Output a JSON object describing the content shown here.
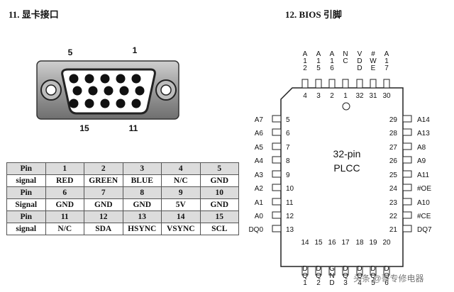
{
  "left": {
    "heading": "11.  显卡接口",
    "connector": {
      "label_tl": "5",
      "label_tr": "1",
      "label_bl": "15",
      "label_br": "11"
    },
    "table": [
      {
        "header": true,
        "cells": [
          "Pin",
          "1",
          "2",
          "3",
          "4",
          "5"
        ]
      },
      {
        "header": false,
        "cells": [
          "signal",
          "RED",
          "GREEN",
          "BLUE",
          "N/C",
          "GND"
        ]
      },
      {
        "header": true,
        "cells": [
          "Pin",
          "6",
          "7",
          "8",
          "9",
          "10"
        ]
      },
      {
        "header": false,
        "cells": [
          "Signal",
          "GND",
          "GND",
          "GND",
          "5V",
          "GND"
        ]
      },
      {
        "header": true,
        "cells": [
          "Pin",
          "11",
          "12",
          "13",
          "14",
          "15"
        ]
      },
      {
        "header": false,
        "cells": [
          "signal",
          "N/C",
          "SDA",
          "HSYNC",
          "VSYNC",
          "SCL"
        ]
      }
    ]
  },
  "right": {
    "heading": "12.  BIOS 引脚",
    "chip_label_line1": "32-pin",
    "chip_label_line2": "PLCC",
    "top_pins": [
      {
        "num": "4",
        "name": "A12"
      },
      {
        "num": "3",
        "name": "A15"
      },
      {
        "num": "2",
        "name": "A16"
      },
      {
        "num": "1",
        "name": "NC"
      },
      {
        "num": "32",
        "name": "VDD"
      },
      {
        "num": "31",
        "name": "#WE"
      },
      {
        "num": "30",
        "name": "A17"
      }
    ],
    "left_pins": [
      {
        "num": "5",
        "name": "A7"
      },
      {
        "num": "6",
        "name": "A6"
      },
      {
        "num": "7",
        "name": "A5"
      },
      {
        "num": "8",
        "name": "A4"
      },
      {
        "num": "9",
        "name": "A3"
      },
      {
        "num": "10",
        "name": "A2"
      },
      {
        "num": "11",
        "name": "A1"
      },
      {
        "num": "12",
        "name": "A0"
      },
      {
        "num": "13",
        "name": "DQ0"
      }
    ],
    "right_pins": [
      {
        "num": "29",
        "name": "A14"
      },
      {
        "num": "28",
        "name": "A13"
      },
      {
        "num": "27",
        "name": "A8"
      },
      {
        "num": "26",
        "name": "A9"
      },
      {
        "num": "25",
        "name": "A11"
      },
      {
        "num": "24",
        "name": "#OE"
      },
      {
        "num": "23",
        "name": "A10"
      },
      {
        "num": "22",
        "name": "#CE"
      },
      {
        "num": "21",
        "name": "DQ7"
      }
    ],
    "bottom_pins": [
      {
        "num": "14",
        "name": "DQ1"
      },
      {
        "num": "15",
        "name": "DQ2"
      },
      {
        "num": "16",
        "name": "GND"
      },
      {
        "num": "17",
        "name": "DQ3"
      },
      {
        "num": "18",
        "name": "DQ4"
      },
      {
        "num": "19",
        "name": "DQ5"
      },
      {
        "num": "20",
        "name": "DQ6"
      }
    ]
  },
  "watermark": "头条 @哥专修电器"
}
